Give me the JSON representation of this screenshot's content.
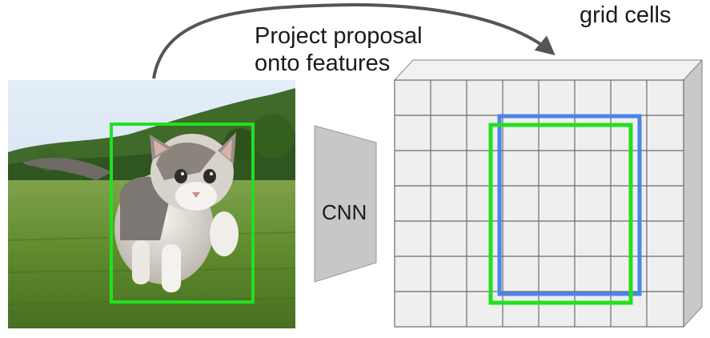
{
  "labels": {
    "project_line_1": "Project proposal",
    "project_line_2": "onto features",
    "grid_cells": "grid cells",
    "cnn": "CNN"
  },
  "colors": {
    "proposal_box": "#22e01e",
    "projected_box": "#4a86e8",
    "grid_face": "#efefef",
    "grid_line": "#6b6b6b",
    "cnn_fill": "#c7c7c7",
    "arrow": "#555555"
  },
  "feature_grid": {
    "rows": 7,
    "cols": 8
  },
  "photo": {
    "subject": "kitten running on grass",
    "icon": "kitten-photo"
  }
}
